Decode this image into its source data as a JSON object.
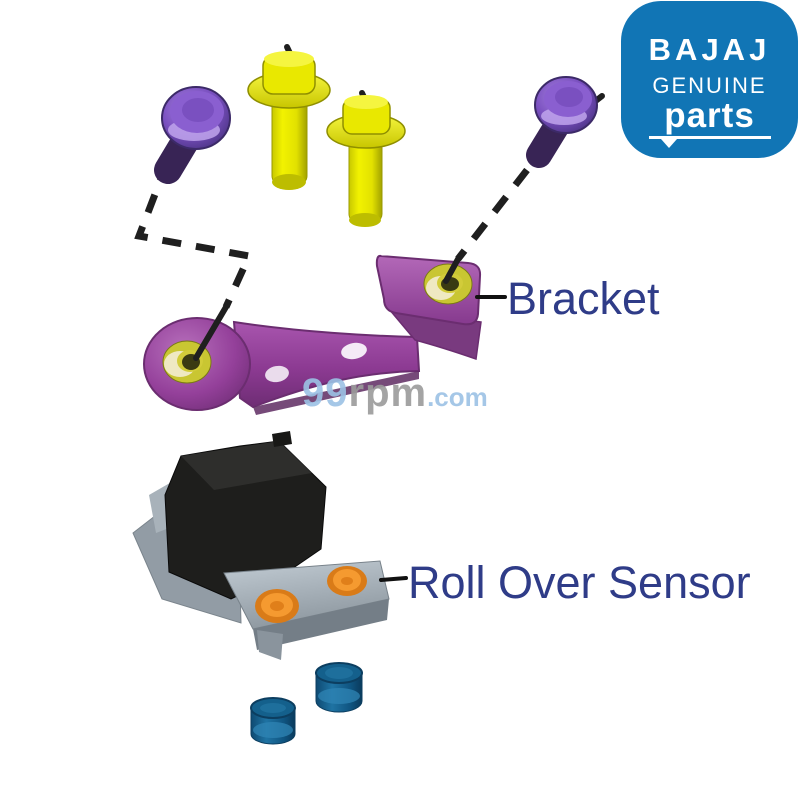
{
  "logo": {
    "brand": "BAJAJ",
    "line1": "GENUINE",
    "line2": "parts",
    "bg_color": "#1175b5",
    "text_color": "#ffffff"
  },
  "labels": {
    "bracket": "Bracket",
    "roll_over_sensor": "Roll Over Sensor",
    "color": "#2f3c88"
  },
  "watermark": {
    "prefix": "99",
    "middle": "rpm",
    "suffix": ".com",
    "blue": "#9cc2e5",
    "gray": "#9b9b9b"
  },
  "colors": {
    "dash": "#1f1f1f",
    "bolt_yellow": "#e9e800",
    "bolt_yellow_dark": "#b8b600",
    "bolt_purple_head": "#7a50c0",
    "bolt_purple_shank": "#382455",
    "bracket_purple": "#9a469f",
    "bracket_edge": "#6b2d70",
    "ring_yellow": "#c9c632",
    "plate_gray": "#929ca5",
    "block_black": "#1e1e1c",
    "grommet_orange": "#f59a30",
    "bushing_blue": "#14608c",
    "label_blue": "#2f3c88",
    "logo_blue": "#1175b5",
    "watermark_blue": "#9cc2e5",
    "watermark_gray": "#9b9b9b"
  }
}
